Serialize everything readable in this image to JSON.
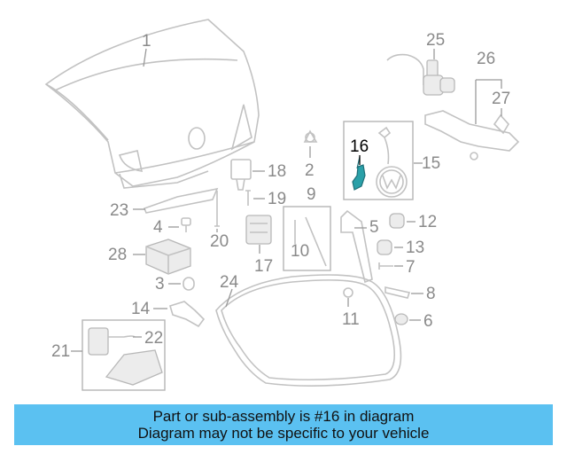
{
  "diagram": {
    "highlight_part": "16",
    "highlight_color": "#2aa0a8",
    "callouts": [
      "1",
      "2",
      "3",
      "4",
      "5",
      "6",
      "7",
      "8",
      "9",
      "10",
      "11",
      "12",
      "13",
      "14",
      "15",
      "16",
      "17",
      "18",
      "19",
      "20",
      "21",
      "22",
      "23",
      "24",
      "25",
      "26",
      "27",
      "28"
    ]
  },
  "banner": {
    "line1": "Part or sub-assembly is #16 in diagram",
    "line2": "Diagram may not be specific to your vehicle",
    "background": "#5bc1f1"
  }
}
